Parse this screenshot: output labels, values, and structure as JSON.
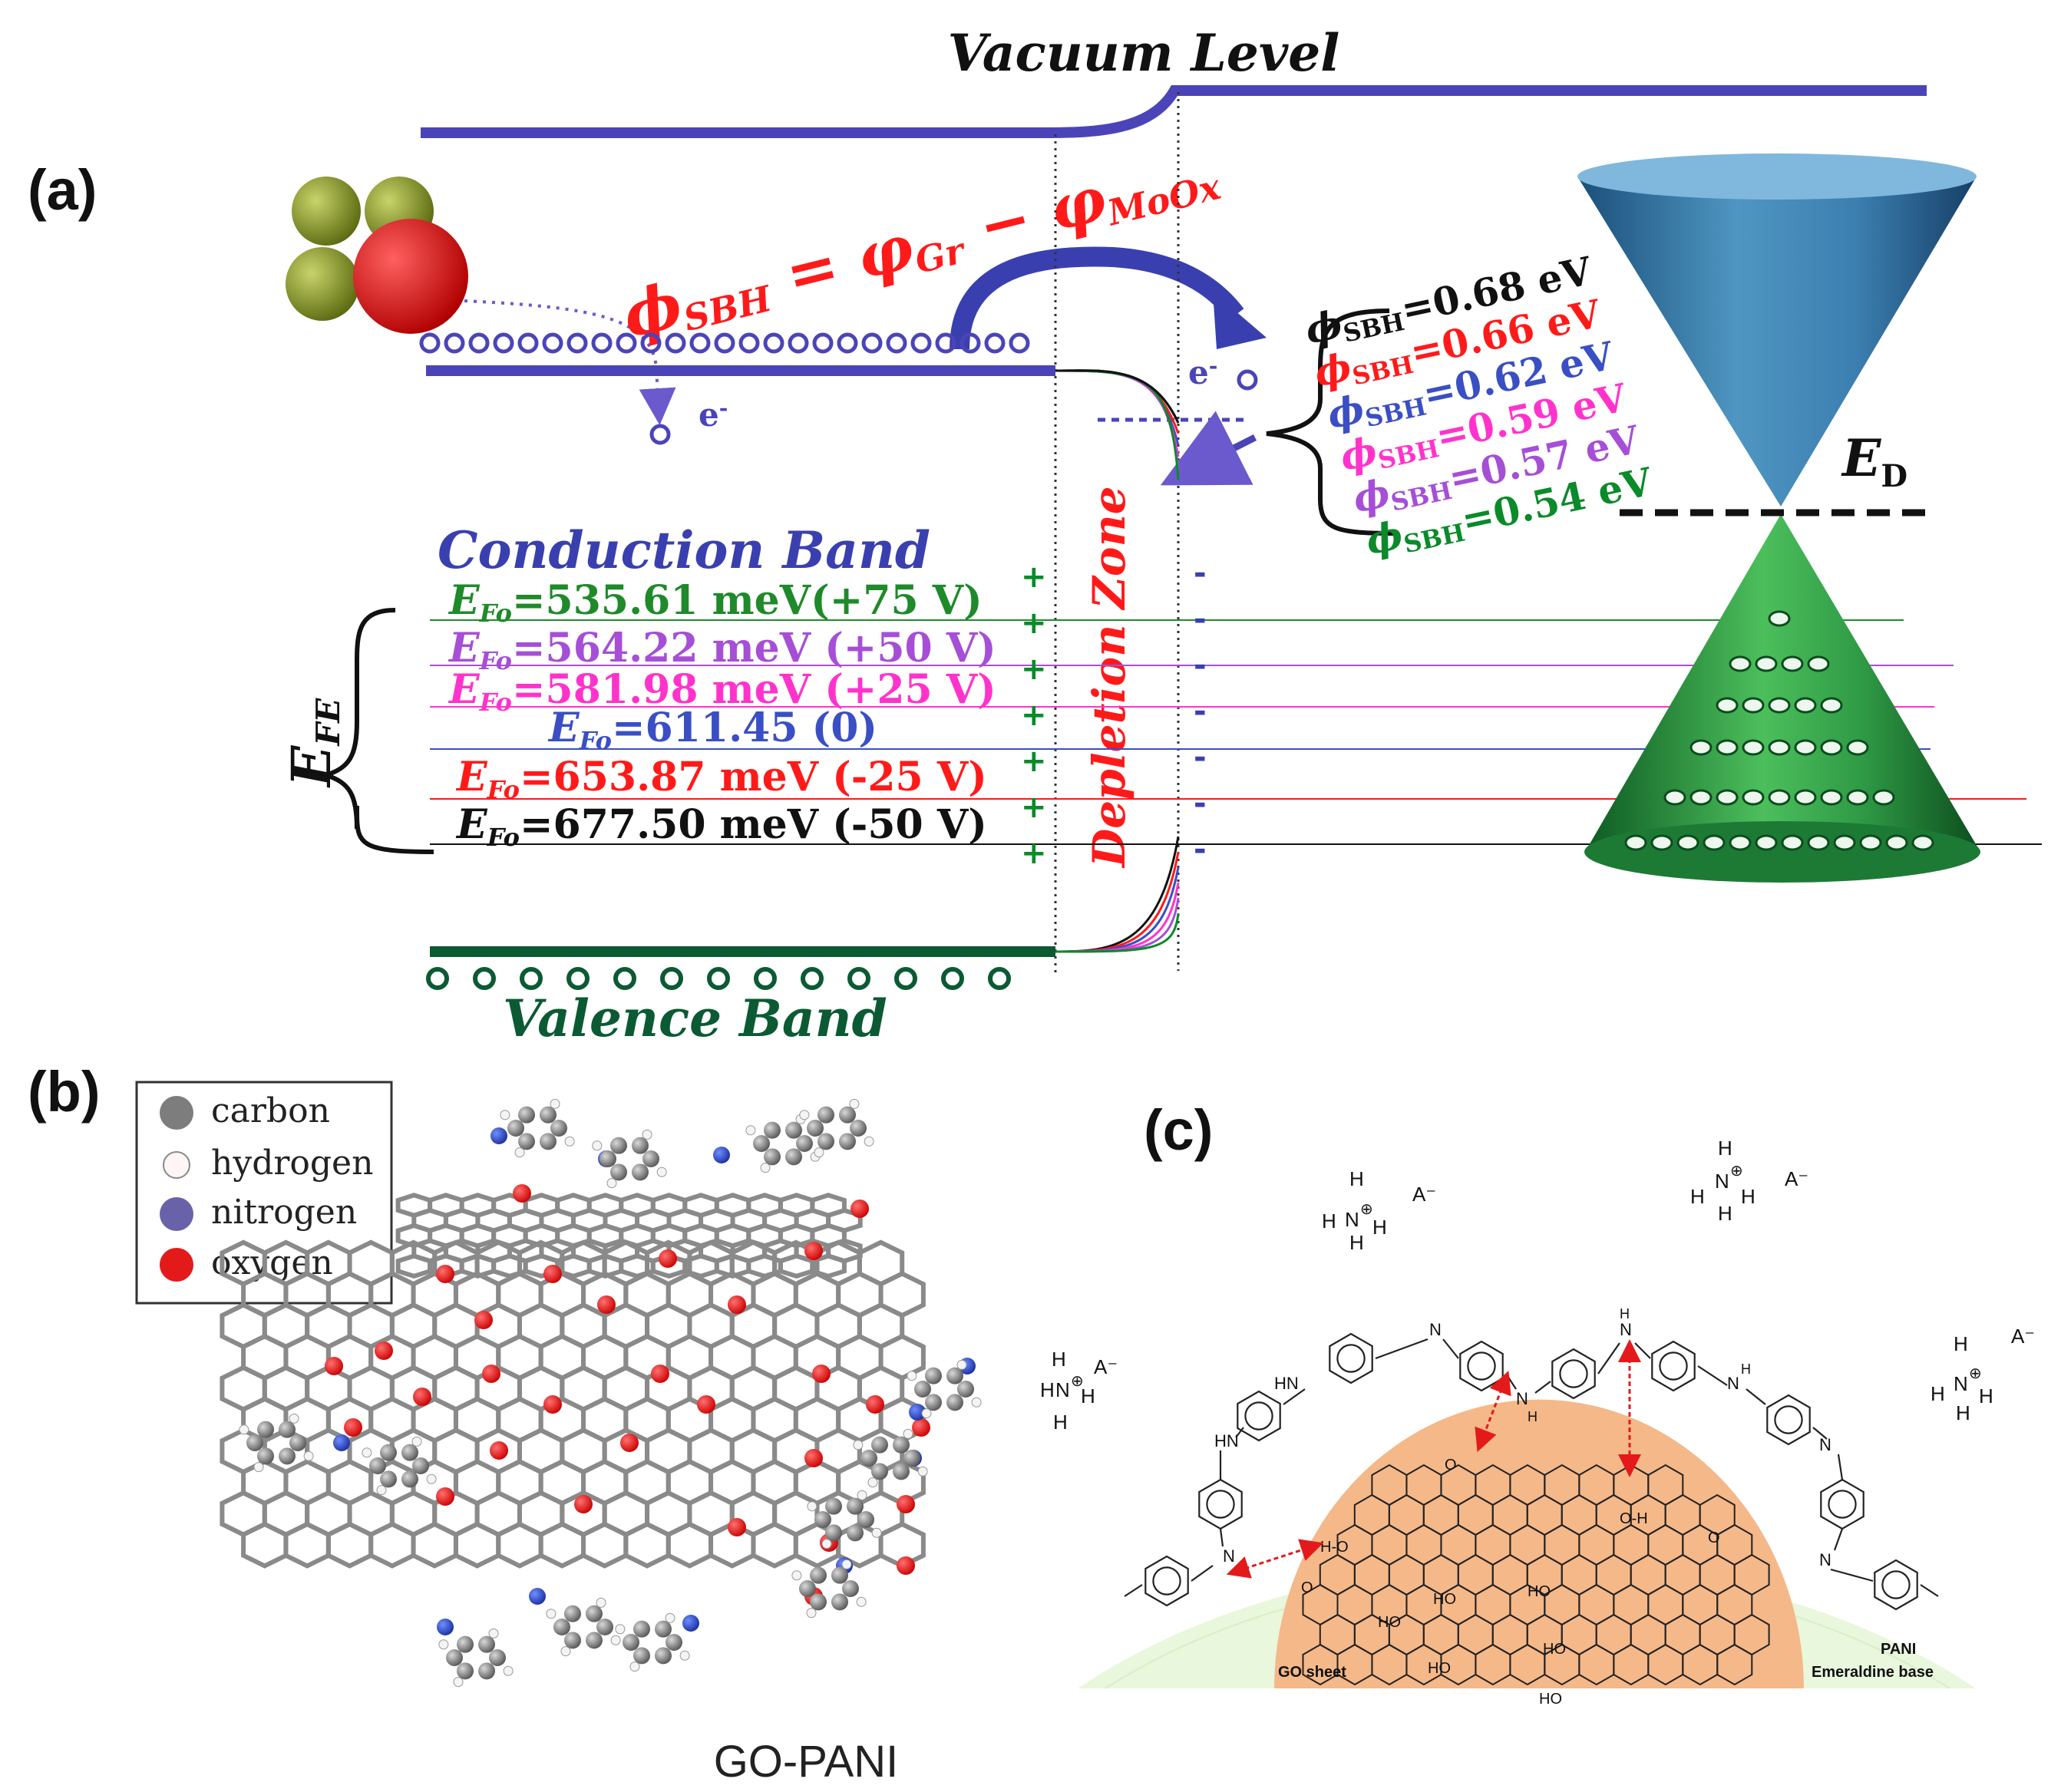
{
  "panel_a": {
    "label": "(a)",
    "vacuum_level": "Vacuum Level",
    "sbh_equation": {
      "phi": "ϕ",
      "sub": "SBH",
      "eq": " = φ",
      "gr": "Gr",
      "minus": " − φ",
      "moox": "MoOx"
    },
    "electron": "e",
    "electron_sup": "-",
    "sbh_prefix": "ϕ",
    "sbh_sub": "SBH",
    "sbh_values": [
      {
        "text": "=0.68 eV",
        "color": "#111111"
      },
      {
        "text": "=0.66 eV",
        "color": "#ff1a1a"
      },
      {
        "text": "=0.62 eV",
        "color": "#3a4fc4"
      },
      {
        "text": "=0.59 eV",
        "color": "#ff33cc"
      },
      {
        "text": "=0.57 eV",
        "color": "#a64fd6"
      },
      {
        "text": "=0.54 eV",
        "color": "#0b8a2a"
      }
    ],
    "ed_label": "E",
    "ed_sub": "D",
    "conduction_band": "Conduction Band",
    "valence_band": "Valence Band",
    "depletion_zone": "Depletion Zone",
    "efe_label": "E",
    "efe_sub": "FE",
    "ef_prefix": "E",
    "ef_sub": "Fo",
    "fermi_levels": [
      {
        "text": "=535.61 meV(+75 V)",
        "color": "#1f8a2a"
      },
      {
        "text": "=564.22 meV (+50 V)",
        "color": "#a64fd6"
      },
      {
        "text": "=581.98 meV (+25 V)",
        "color": "#ff33cc"
      },
      {
        "text": "=611.45  (0)",
        "color": "#3a4fc4"
      },
      {
        "text": "=653.87 meV (-25 V)",
        "color": "#ff1a1a"
      },
      {
        "text": "=677.50 meV (-50 V)",
        "color": "#111111"
      }
    ],
    "plus": "+",
    "minus": "-"
  },
  "panel_b": {
    "label": "(b)",
    "legend": [
      {
        "label": "carbon",
        "color": "#7d7d7d"
      },
      {
        "label": "hydrogen",
        "color": "#fff5f5"
      },
      {
        "label": "nitrogen",
        "color": "#6a62a8"
      },
      {
        "label": "oxygen",
        "color": "#e41a1a"
      }
    ],
    "caption": "GO-PANI"
  },
  "panel_c": {
    "label": "(c)",
    "ammonium": {
      "h": "H",
      "n": "N",
      "charge": "⊕",
      "anion": "A⁻"
    },
    "go_sheet": "GO sheet",
    "pani_line1": "PANI",
    "pani_line2": "Emeraldine base",
    "atoms": {
      "hn": "HN",
      "hn_plus": "HN",
      "nh": "NH",
      "n": "N",
      "h": "H",
      "ho": "HO",
      "h_o": "H-O",
      "o_h": "O-H",
      "o": "O"
    }
  }
}
